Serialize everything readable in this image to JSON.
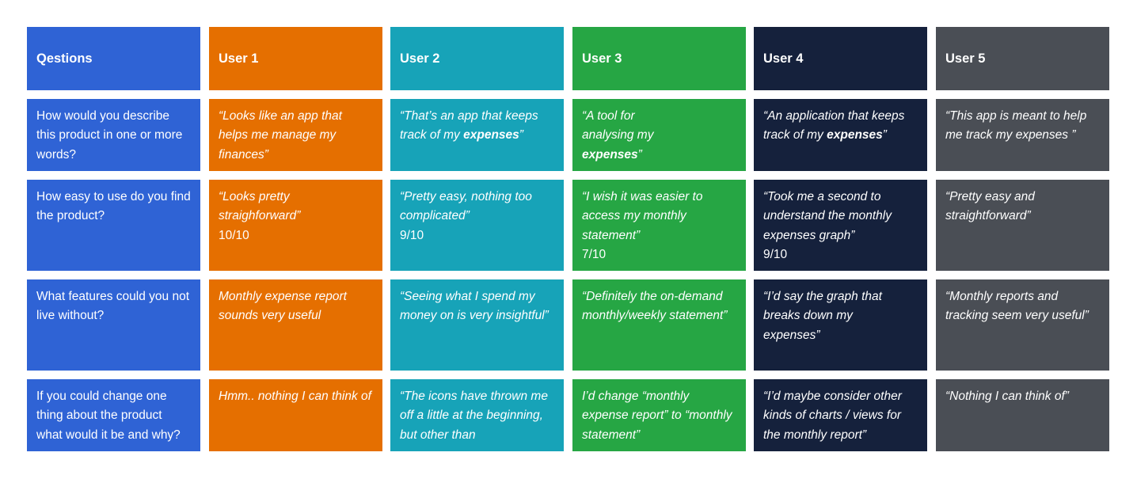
{
  "headers": [
    "Qestions",
    "User 1",
    "User 2",
    "User 3",
    "User 4",
    "User 5"
  ],
  "colors": [
    "#2f63d5",
    "#e56f00",
    "#17a3b8",
    "#26a644",
    "#15213c",
    "#4a4e55"
  ],
  "rows": [
    {
      "question": "How would you describe this product in one or more words?",
      "answers": [
        {
          "segments": [
            {
              "text": "“Looks like an app that helps me manage my finances”",
              "bold": false
            }
          ]
        },
        {
          "segments": [
            {
              "text": "“That’s an app that keeps track of my ",
              "bold": false
            },
            {
              "text": "expenses",
              "bold": true
            },
            {
              "text": "”",
              "bold": false
            }
          ]
        },
        {
          "segments": [
            {
              "text": "“A tool for analysing my ",
              "bold": false
            },
            {
              "text": "expenses",
              "bold": true
            },
            {
              "text": "”",
              "bold": false
            }
          ]
        },
        {
          "segments": [
            {
              "text": "“An application that keeps track of my ",
              "bold": false
            },
            {
              "text": "expenses",
              "bold": true
            },
            {
              "text": "”",
              "bold": false
            }
          ]
        },
        {
          "segments": [
            {
              "text": "“This app is meant to help me track my expenses ”",
              "bold": false
            }
          ]
        }
      ]
    },
    {
      "question": "How easy to use do you find the product?",
      "answers": [
        {
          "segments": [
            {
              "text": "“Looks pretty straighforward”",
              "bold": false
            }
          ],
          "rating": "10/10"
        },
        {
          "segments": [
            {
              "text": "“Pretty easy, nothing too complicated”",
              "bold": false
            }
          ],
          "rating": "9/10"
        },
        {
          "segments": [
            {
              "text": "“I wish it was easier to access my monthly statement”",
              "bold": false
            }
          ],
          "rating": "7/10"
        },
        {
          "segments": [
            {
              "text": "“Took me a second to understand the monthly expenses graph”",
              "bold": false
            }
          ],
          "rating": "9/10"
        },
        {
          "segments": [
            {
              "text": "“Pretty easy and straightforward”",
              "bold": false
            }
          ]
        }
      ]
    },
    {
      "question": "What features could you not live without?",
      "answers": [
        {
          "segments": [
            {
              "text": "Monthly expense report sounds very useful",
              "bold": false
            }
          ]
        },
        {
          "segments": [
            {
              "text": "“Seeing what I spend my money on is very insightful”",
              "bold": false
            }
          ]
        },
        {
          "segments": [
            {
              "text": "“Definitely the on-demand monthly/weekly statement”",
              "bold": false
            }
          ]
        },
        {
          "segments": [
            {
              "text": "“I’d say the graph that breaks down my expenses”",
              "bold": false
            }
          ]
        },
        {
          "segments": [
            {
              "text": "“Monthly reports and tracking seem very useful”",
              "bold": false
            }
          ]
        }
      ]
    },
    {
      "question": "If you could change one thing about the product what would it be and why?",
      "answers": [
        {
          "segments": [
            {
              "text": "Hmm.. nothing I can think of",
              "bold": false
            }
          ]
        },
        {
          "segments": [
            {
              "text": "“The icons have thrown me off a little at the beginning, but other than",
              "bold": false
            }
          ]
        },
        {
          "segments": [
            {
              "text": "I’d change “monthly expense report” to “monthly statement”",
              "bold": false
            }
          ]
        },
        {
          "segments": [
            {
              "text": "“I’d maybe consider other kinds of charts / views for the monthly report”",
              "bold": false
            }
          ]
        },
        {
          "segments": [
            {
              "text": "“Nothing I can think of”",
              "bold": false
            }
          ]
        }
      ]
    }
  ]
}
